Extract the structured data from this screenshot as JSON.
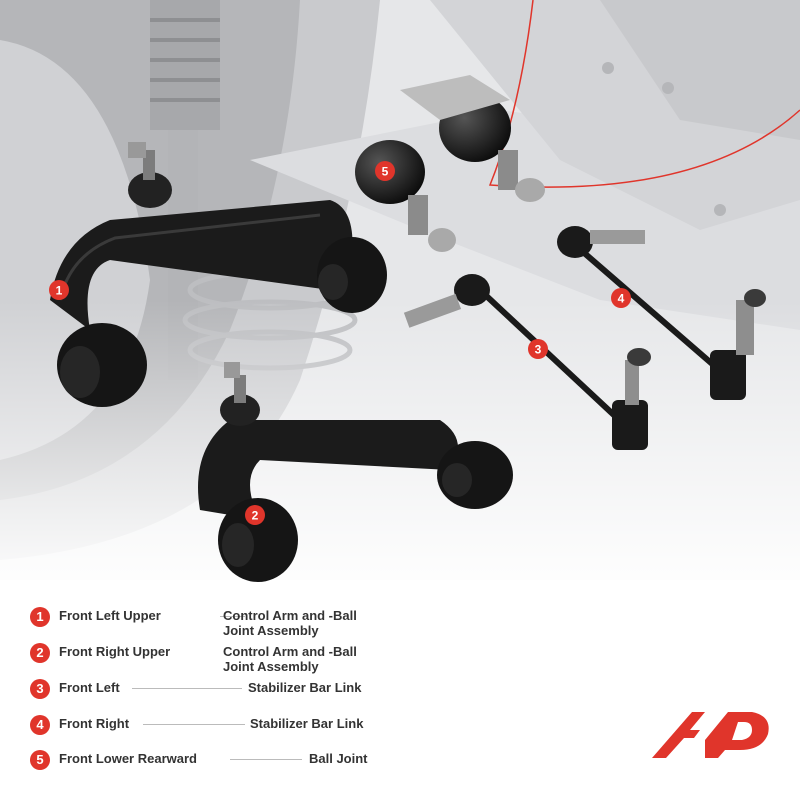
{
  "colors": {
    "accent": "#e0352b",
    "text": "#333333",
    "background_gray": "#d9dadc"
  },
  "callouts": [
    "1",
    "2",
    "3",
    "4",
    "5"
  ],
  "legend": [
    {
      "num": "1",
      "name": "Front Left Upper",
      "desc": "Control Arm and -Ball Joint Assembly"
    },
    {
      "num": "2",
      "name": "Front Right Upper",
      "desc": "Control Arm and -Ball Joint Assembly"
    },
    {
      "num": "3",
      "name": "Front Left",
      "desc": "Stabilizer Bar Link"
    },
    {
      "num": "4",
      "name": "Front Right",
      "desc": "Stabilizer Bar Link"
    },
    {
      "num": "5",
      "name": "Front Lower Rearward",
      "desc": "Ball Joint"
    }
  ],
  "logo": {
    "icon": "ap-brand-logo"
  }
}
